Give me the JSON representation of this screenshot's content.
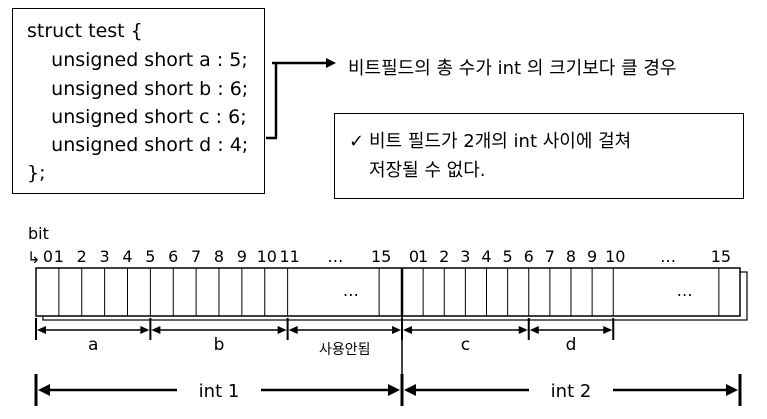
{
  "code": {
    "lines": [
      "struct test {",
      "    unsigned short a : 5;",
      "    unsigned short b : 6;",
      "    unsigned short c : 6;",
      "    unsigned short d : 4;",
      "};"
    ]
  },
  "annotation": {
    "arrow_text": "비트필드의 총 수가 int 의 크기보다 클 경우",
    "check_mark": "✓",
    "note_lines": [
      "비트 필드가 2개의 int 사이에 걸쳐",
      "저장될 수 없다."
    ]
  },
  "bit_diagram": {
    "title": "bit",
    "start_glyph": "↳",
    "ticks_int1": [
      "0",
      "1",
      "2",
      "3",
      "4",
      "5",
      "6",
      "7",
      "8",
      "9",
      "10",
      "11",
      "…",
      "15"
    ],
    "ticks_int2": [
      "0",
      "1",
      "2",
      "3",
      "4",
      "5",
      "6",
      "7",
      "8",
      "9",
      "10",
      "…",
      "15"
    ],
    "ellipsis": "…",
    "fields": [
      {
        "label": "a",
        "from": 0,
        "to": 5
      },
      {
        "label": "b",
        "from": 5,
        "to": 11
      },
      {
        "label": "사용안됨",
        "from": 11,
        "to": 16
      },
      {
        "label": "c",
        "from": 16,
        "to": 22
      },
      {
        "label": "d",
        "from": 22,
        "to": 26
      }
    ],
    "ints": [
      {
        "label": "int 1",
        "from": 0,
        "to": 16
      },
      {
        "label": "int 2",
        "from": 16,
        "to": 32
      }
    ]
  }
}
